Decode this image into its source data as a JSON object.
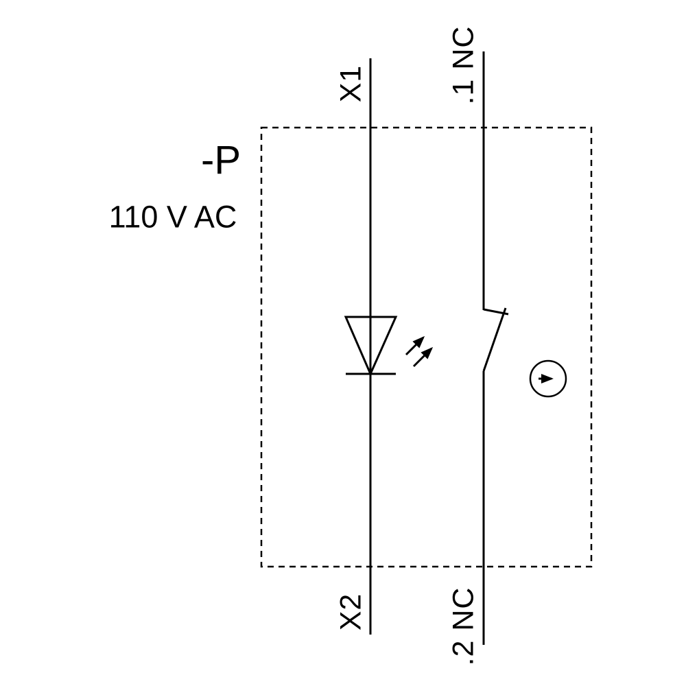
{
  "diagram": {
    "component_label": "-P",
    "voltage_label": "110 V AC",
    "terminals": {
      "lamp_top": "X1",
      "lamp_bottom": "X2",
      "contact_top": ".1 NC",
      "contact_bottom": ".2 NC"
    },
    "icons": {
      "led": "led-lamp-symbol",
      "emission_arrows": "light-emission-arrows",
      "nc_contact": "normally-closed-contact-symbol",
      "actuator": "actuator-arrow-in-circle"
    },
    "colors": {
      "line": "#000000",
      "background": "#ffffff"
    }
  }
}
